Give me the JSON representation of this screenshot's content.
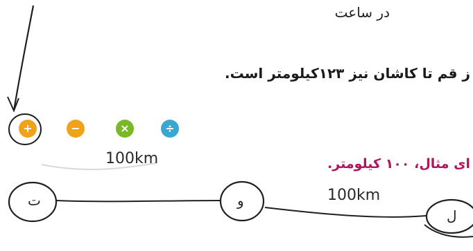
{
  "handwriting_top": "در ساعت",
  "line1": "ز قم تا کاشان نیز ۱۲۳کیلومتر است.",
  "line2": "ای مثال، ۱۰۰ کیلومتر.",
  "distance_label_1": "100km",
  "distance_label_2": "100km",
  "operators": [
    {
      "symbol": "+",
      "color": "#f0a21b",
      "icon": "plus-icon"
    },
    {
      "symbol": "−",
      "color": "#f0a21b",
      "icon": "minus-icon"
    },
    {
      "symbol": "×",
      "color": "#7ab828",
      "icon": "multiply-icon"
    },
    {
      "symbol": "÷",
      "color": "#3aa6d2",
      "icon": "divide-icon"
    }
  ],
  "nodes": [
    "ت",
    "و",
    "ل"
  ]
}
